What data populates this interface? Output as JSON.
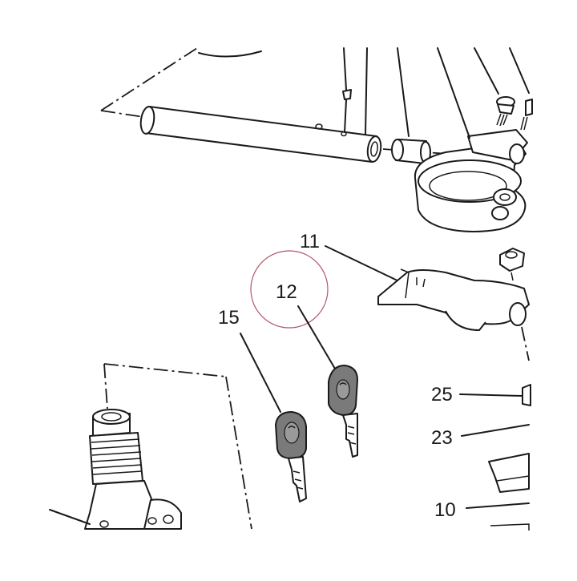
{
  "diagram": {
    "labels": {
      "l11": "11",
      "l12": "12",
      "l15": "15",
      "l25": "25",
      "l23": "23",
      "l10": "10"
    },
    "colors": {
      "line": "#1a1a1a",
      "key_head": "#7a7a7a",
      "highlight_circle": "#b0566a"
    }
  }
}
